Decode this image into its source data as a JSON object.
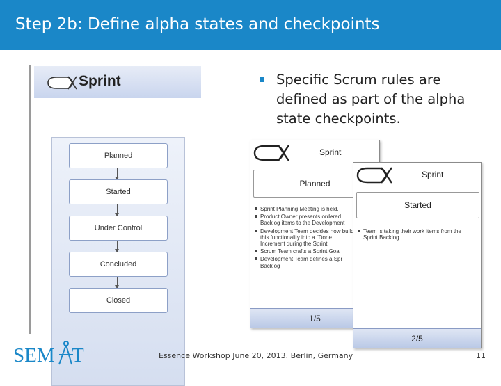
{
  "slide": {
    "title": "Step 2b: Define alpha states and checkpoints",
    "bullet": "Specific Scrum rules are defined as part of the alpha state checkpoints.",
    "footer": "Essence Workshop June 20, 2013. Berlin, Germany",
    "page_number": "11",
    "logo_text_left": "SEM",
    "logo_text_right": "T"
  },
  "alpha": {
    "name": "Sprint",
    "states": [
      "Planned",
      "Started",
      "Under Control",
      "Concluded",
      "Closed"
    ]
  },
  "cards": [
    {
      "alpha": "Sprint",
      "state": "Planned",
      "checkpoints": [
        "Sprint Planning Meeting is held.",
        "Product Owner presents ordered Backlog items to the Development",
        "Development Team decides how build this functionality into a \"Done Increment during the Sprint",
        "Scrum Team crafts a Sprint Goal",
        "Development Team defines a Spr Backlog"
      ],
      "counter": "1/5"
    },
    {
      "alpha": "Sprint",
      "state": "Started",
      "checkpoints": [
        "Team is taking their work items from the Sprint Backlog"
      ],
      "counter": "2/5"
    }
  ],
  "colors": {
    "title_bar": "#1a87c8",
    "bullet": "#1a87c8",
    "card_footer": "#c9d5ee"
  }
}
